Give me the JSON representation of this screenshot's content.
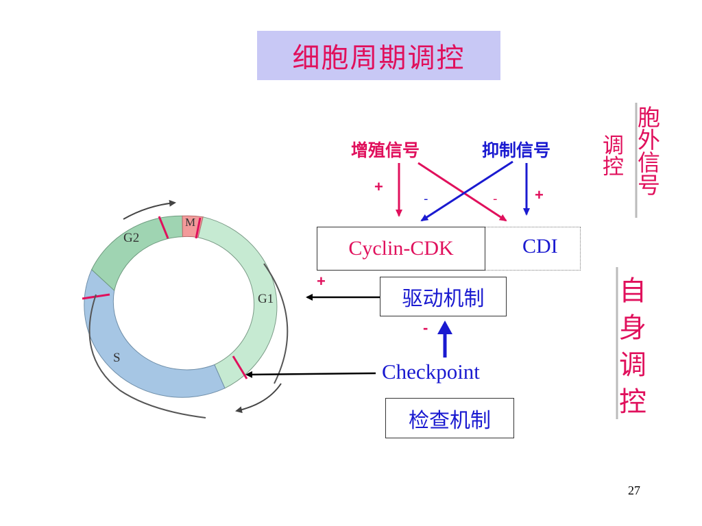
{
  "slide": {
    "title": "细胞周期调控",
    "page_number": "27"
  },
  "signals": {
    "proliferation": "增殖信号",
    "inhibition": "抑制信号",
    "plus_left": "+",
    "plus_right": "+",
    "minus_left": "-",
    "minus_right": "-",
    "minus_cdi": "-",
    "plus_drive": "+",
    "minus_checkpoint": "-"
  },
  "boxes": {
    "cyclin_cdk": "Cyclin-CDK",
    "cdi": "CDI",
    "drive": "驱动机制",
    "checkpoint": "Checkpoint",
    "inspect": "检查机制"
  },
  "side_labels": {
    "extracellular_col1": [
      "调",
      "控"
    ],
    "extracellular_col2": [
      "胞",
      "外",
      "信",
      "号"
    ],
    "self_regulation": [
      "自",
      "身",
      "调",
      "控"
    ]
  },
  "cycle": {
    "phases": [
      "M",
      "G1",
      "S",
      "G2"
    ],
    "colors": {
      "m": "#f29a9a",
      "g1": "#c6ead2",
      "s": "#a6c6e4",
      "g2": "#9fd4b2"
    }
  },
  "colors": {
    "magenta": "#e0105c",
    "blue": "#1a1ad0",
    "title_bg": "#c8c8f5"
  }
}
